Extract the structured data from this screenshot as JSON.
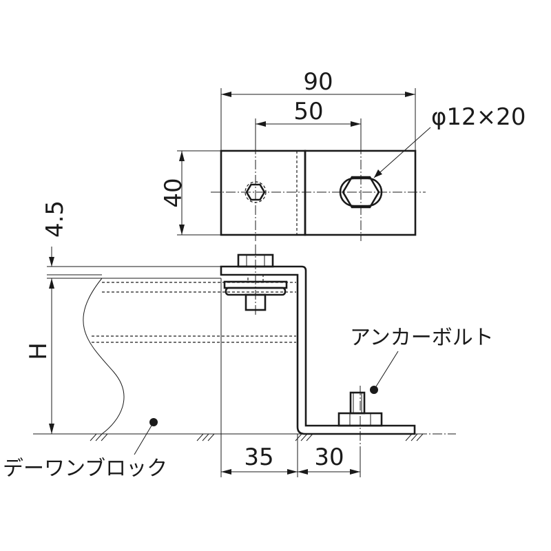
{
  "dimensions": {
    "overall_width": "90",
    "hole_pitch": "50",
    "slot_size": "φ12×20",
    "plate_depth": "40",
    "plate_thickness": "4.5",
    "height": "H",
    "offset_left": "35",
    "offset_right": "30"
  },
  "labels": {
    "anchor_bolt": "アンカーボルト",
    "dewan_block": "デーワンブロック"
  }
}
